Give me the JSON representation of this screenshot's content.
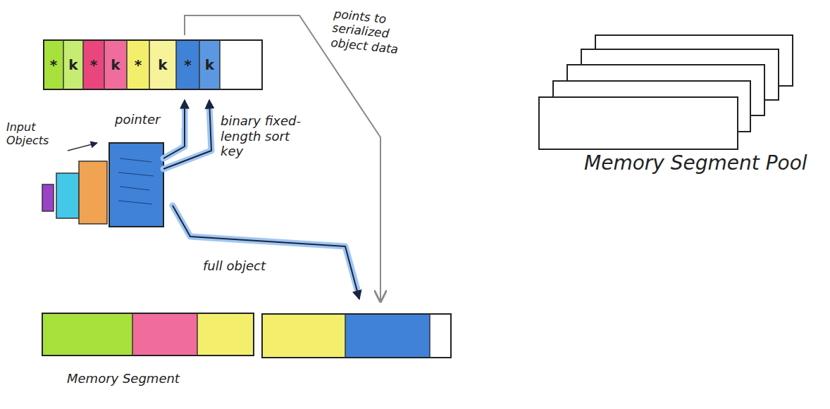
{
  "diagram": {
    "labels": [
      "points to serialized object data",
      "*",
      "k",
      "*",
      "k",
      "*",
      "k",
      "*",
      "k",
      "Input Objects",
      "pointer",
      "binary fixed-length sort key",
      "full object",
      "Memory Segment",
      "Memory Segment Pool"
    ]
  }
}
